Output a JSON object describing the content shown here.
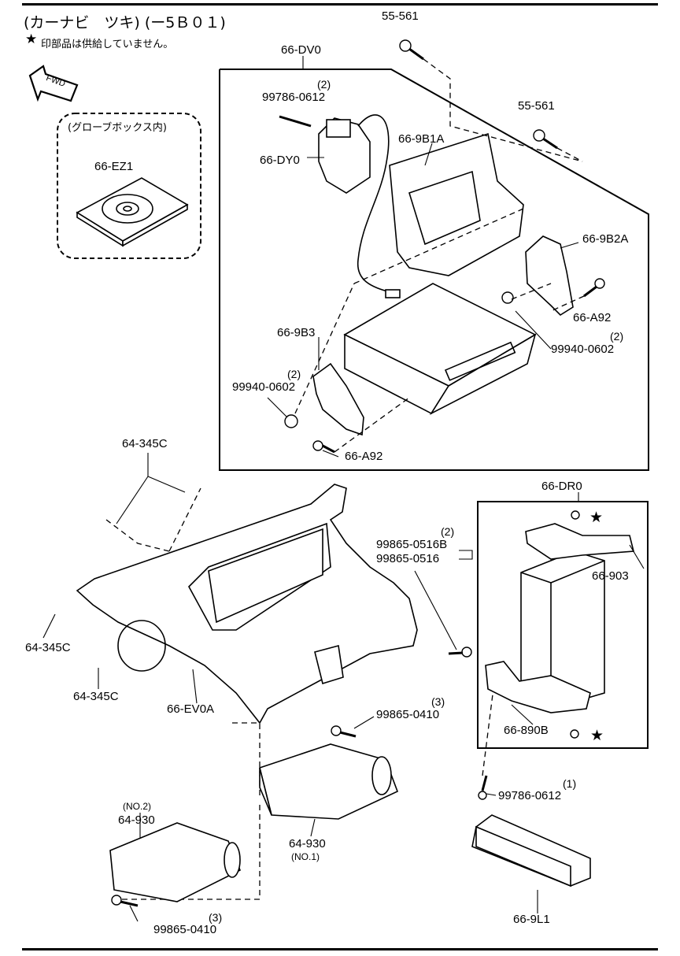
{
  "header": {
    "title": "(カーナビ　ツキ) (ー5Ｂ０１)",
    "note": "印部品は供給していません。",
    "note_icon": "star-icon"
  },
  "fwd_arrow": {
    "label": "FWD"
  },
  "glovebox": {
    "title": "(グローブボックス内)",
    "part": "66-EZ1"
  },
  "parts": {
    "p55561a": "55-561",
    "p55561b": "55-561",
    "p66DV0": "66-DV0",
    "p99786_0612_top": "99786-0612",
    "q99786_0612_top": "(2)",
    "p66DY0": "66-DY0",
    "p669B1A": "66-9B1A",
    "p669B2A": "66-9B2A",
    "p66A92_right": "66-A92",
    "p99940_0602_right": "99940-0602",
    "q99940_0602_right": "(2)",
    "p669B3": "66-9B3",
    "p99940_0602_left": "99940-0602",
    "q99940_0602_left": "(2)",
    "p66A92_left": "66-A92",
    "p64345C_top": "64-345C",
    "p64345C_mid": "64-345C",
    "p64345C_bot": "64-345C",
    "p66EV0A": "66-EV0A",
    "p99865_0516B": "99865-0516B",
    "p99865_0516": "99865-0516",
    "q99865_0516": "(2)",
    "p66DR0": "66-DR0",
    "p66903": "66-903",
    "p66890B": "66-890B",
    "p99865_0410_mid": "99865-0410",
    "q99865_0410_mid": "(3)",
    "p64930_no1": "64-930",
    "s64930_no1": "(NO.1)",
    "p64930_no2": "64-930",
    "s64930_no2": "(NO.2)",
    "p99865_0410_bot": "99865-0410",
    "q99865_0410_bot": "(3)",
    "p99786_0612_bot": "99786-0612",
    "q99786_0612_bot": "(1)",
    "p669L1": "66-9L1"
  }
}
